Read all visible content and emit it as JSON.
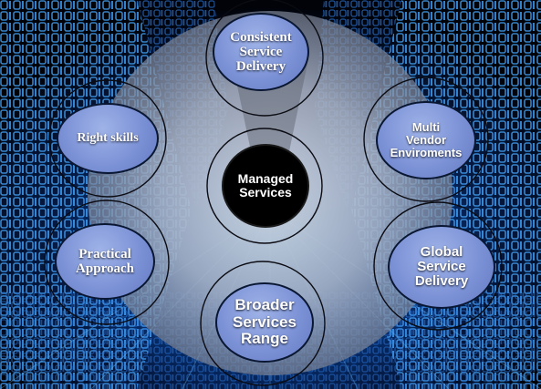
{
  "center": {
    "lines": [
      "Managed",
      "Services"
    ]
  },
  "nodes": {
    "consistent": {
      "lines": [
        "Consistent",
        "Service",
        "Delivery"
      ]
    },
    "multivendor": {
      "lines": [
        "Multi",
        "Vendor",
        "Enviroments"
      ]
    },
    "global": {
      "lines": [
        "Global",
        "Service",
        "Delivery"
      ]
    },
    "broader": {
      "lines": [
        "Broader",
        "Services",
        "Range"
      ]
    },
    "practical": {
      "lines": [
        "Practical",
        "Approach"
      ]
    },
    "skills": {
      "lines": [
        "Right skills"
      ]
    }
  },
  "colors": {
    "node_fill": "#7c92d6",
    "center_fill": "#000000",
    "hub_fill": "#b9bcc6",
    "ring": "#0b0b12",
    "background_glow": "#1f78ff"
  },
  "icons": [
    "binary-code-background"
  ]
}
